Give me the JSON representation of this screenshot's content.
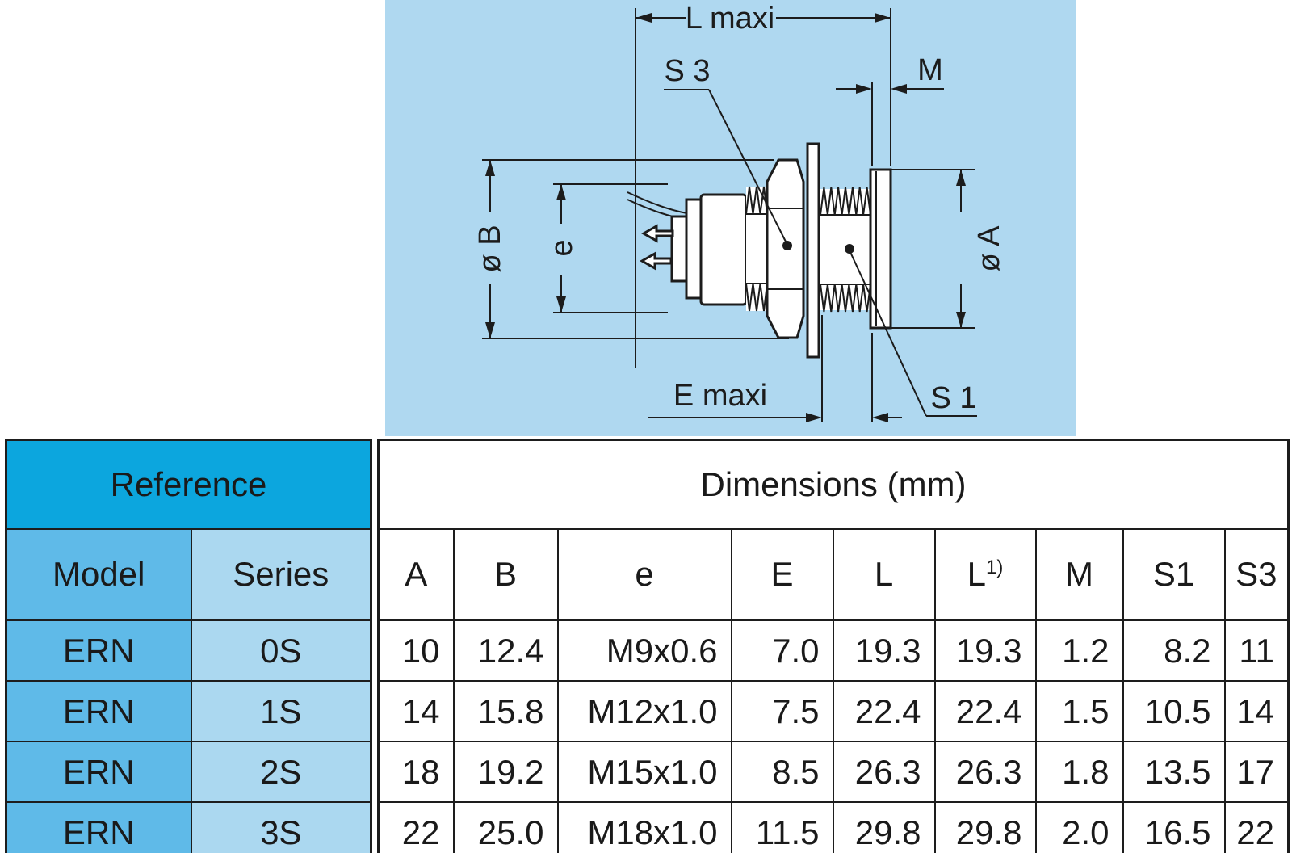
{
  "drawing": {
    "bg_color": "#AFD8F0",
    "labels": {
      "l_maxi": "L maxi",
      "s3": "S 3",
      "m": "M",
      "dia_b": "ø B",
      "e": "e",
      "dia_a": "ø A",
      "e_maxi": "E maxi",
      "s1": "S 1"
    }
  },
  "table": {
    "reference_header": "Reference",
    "model_header": "Model",
    "series_header": "Series",
    "dimensions_header": "Dimensions (mm)",
    "colors": {
      "reference_bg": "#0CA6DE",
      "model_bg": "#5FBAE8",
      "series_bg": "#ABD8F0",
      "border": "#1d1d1d"
    },
    "columns": [
      {
        "label": "A",
        "sup": ""
      },
      {
        "label": "B",
        "sup": ""
      },
      {
        "label": "e",
        "sup": ""
      },
      {
        "label": "E",
        "sup": ""
      },
      {
        "label": "L",
        "sup": ""
      },
      {
        "label": "L",
        "sup": "1)"
      },
      {
        "label": "M",
        "sup": ""
      },
      {
        "label": "S1",
        "sup": ""
      },
      {
        "label": "S3",
        "sup": ""
      }
    ],
    "rows": [
      {
        "model": "ERN",
        "series": "0S",
        "values": [
          "10",
          "12.4",
          "M9x0.6",
          "7.0",
          "19.3",
          "19.3",
          "1.2",
          "8.2",
          "11"
        ]
      },
      {
        "model": "ERN",
        "series": "1S",
        "values": [
          "14",
          "15.8",
          "M12x1.0",
          "7.5",
          "22.4",
          "22.4",
          "1.5",
          "10.5",
          "14"
        ]
      },
      {
        "model": "ERN",
        "series": "2S",
        "values": [
          "18",
          "19.2",
          "M15x1.0",
          "8.5",
          "26.3",
          "26.3",
          "1.8",
          "13.5",
          "17"
        ]
      },
      {
        "model": "ERN",
        "series": "3S",
        "values": [
          "22",
          "25.0",
          "M18x1.0",
          "11.5",
          "29.8",
          "29.8",
          "2.0",
          "16.5",
          "22"
        ]
      }
    ]
  }
}
